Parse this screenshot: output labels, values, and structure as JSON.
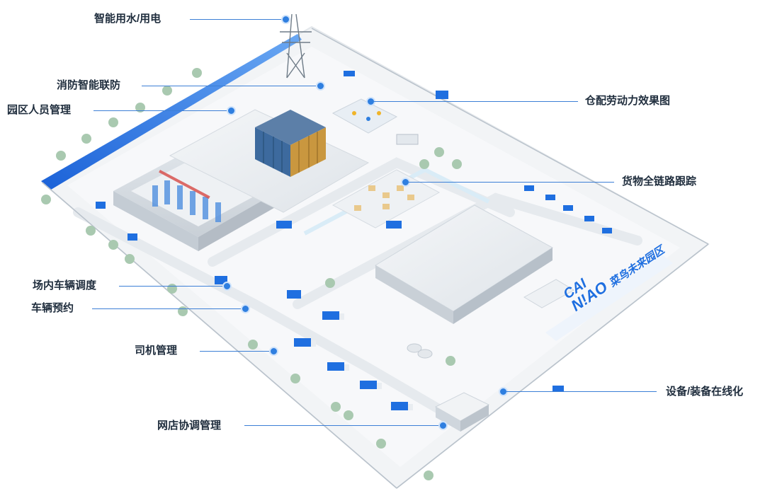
{
  "callouts": {
    "smart_water_power": "智能用水/用电",
    "fire_protection": "消防智能联防",
    "park_personnel": "园区人员管理",
    "warehouse_labor": "仓配劳动力效果图",
    "cargo_tracking": "货物全链路跟踪",
    "yard_dispatch": "场内车辆调度",
    "vehicle_booking": "车辆预约",
    "driver_management": "司机管理",
    "device_online": "设备/装备在线化",
    "store_coordination": "网店协调管理"
  },
  "brand": {
    "line1": "CAI",
    "line2": "N!AO",
    "tagline": "菜鸟未来园区",
    "accent_color": "#1f6fe0"
  }
}
